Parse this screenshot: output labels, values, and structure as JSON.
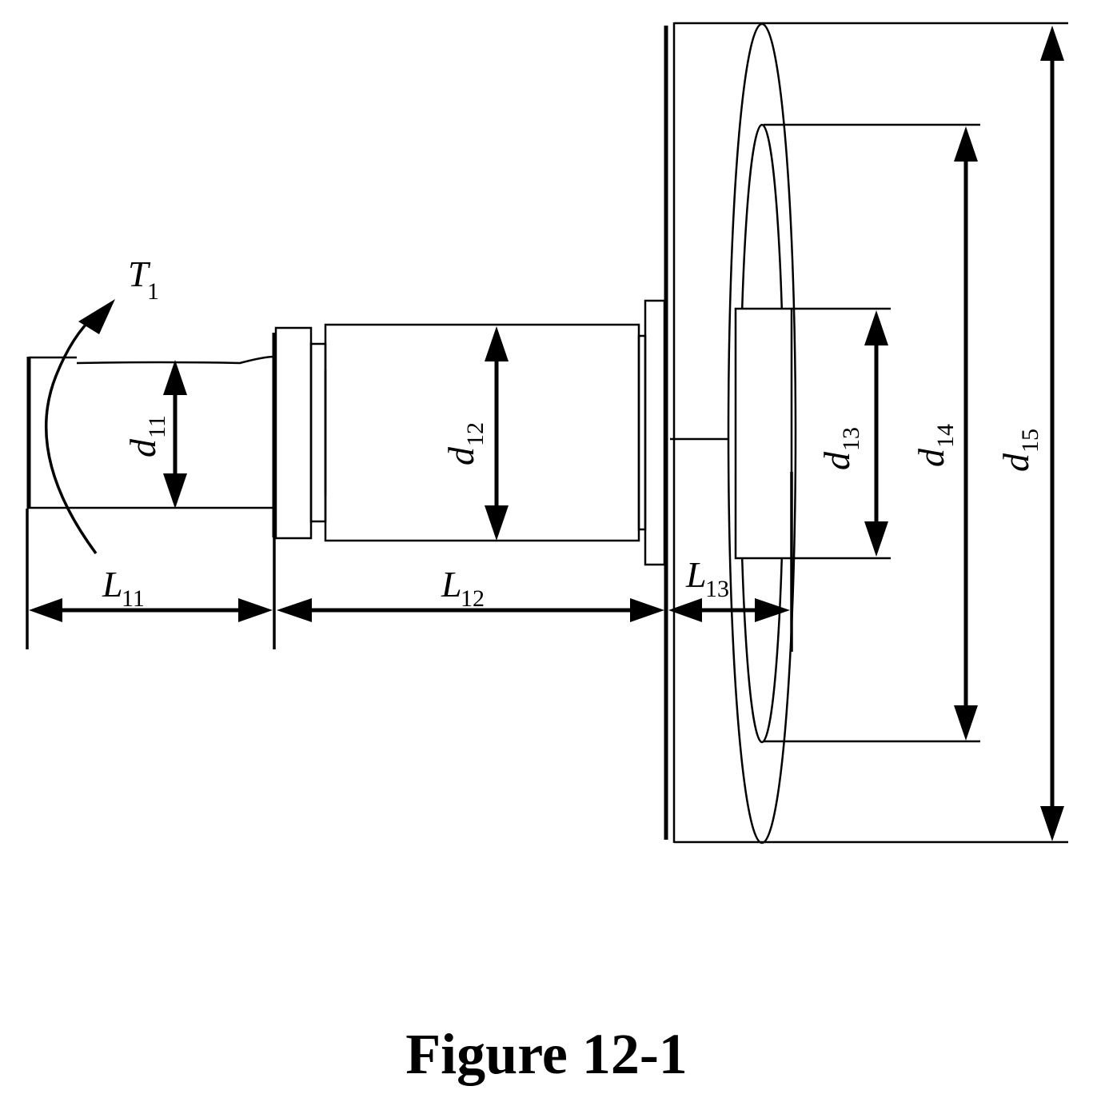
{
  "caption": "Figure 12-1",
  "labels": {
    "torque": {
      "main": "T",
      "sub": "1"
    },
    "d11": {
      "main": "d",
      "sub": "11"
    },
    "d12": {
      "main": "d",
      "sub": "12"
    },
    "d13": {
      "main": "d",
      "sub": "13"
    },
    "d14": {
      "main": "d",
      "sub": "14"
    },
    "d15": {
      "main": "d",
      "sub": "15"
    },
    "L11": {
      "main": "L",
      "sub": "11"
    },
    "L12": {
      "main": "L",
      "sub": "12"
    },
    "L13": {
      "main": "L",
      "sub": "13"
    }
  }
}
